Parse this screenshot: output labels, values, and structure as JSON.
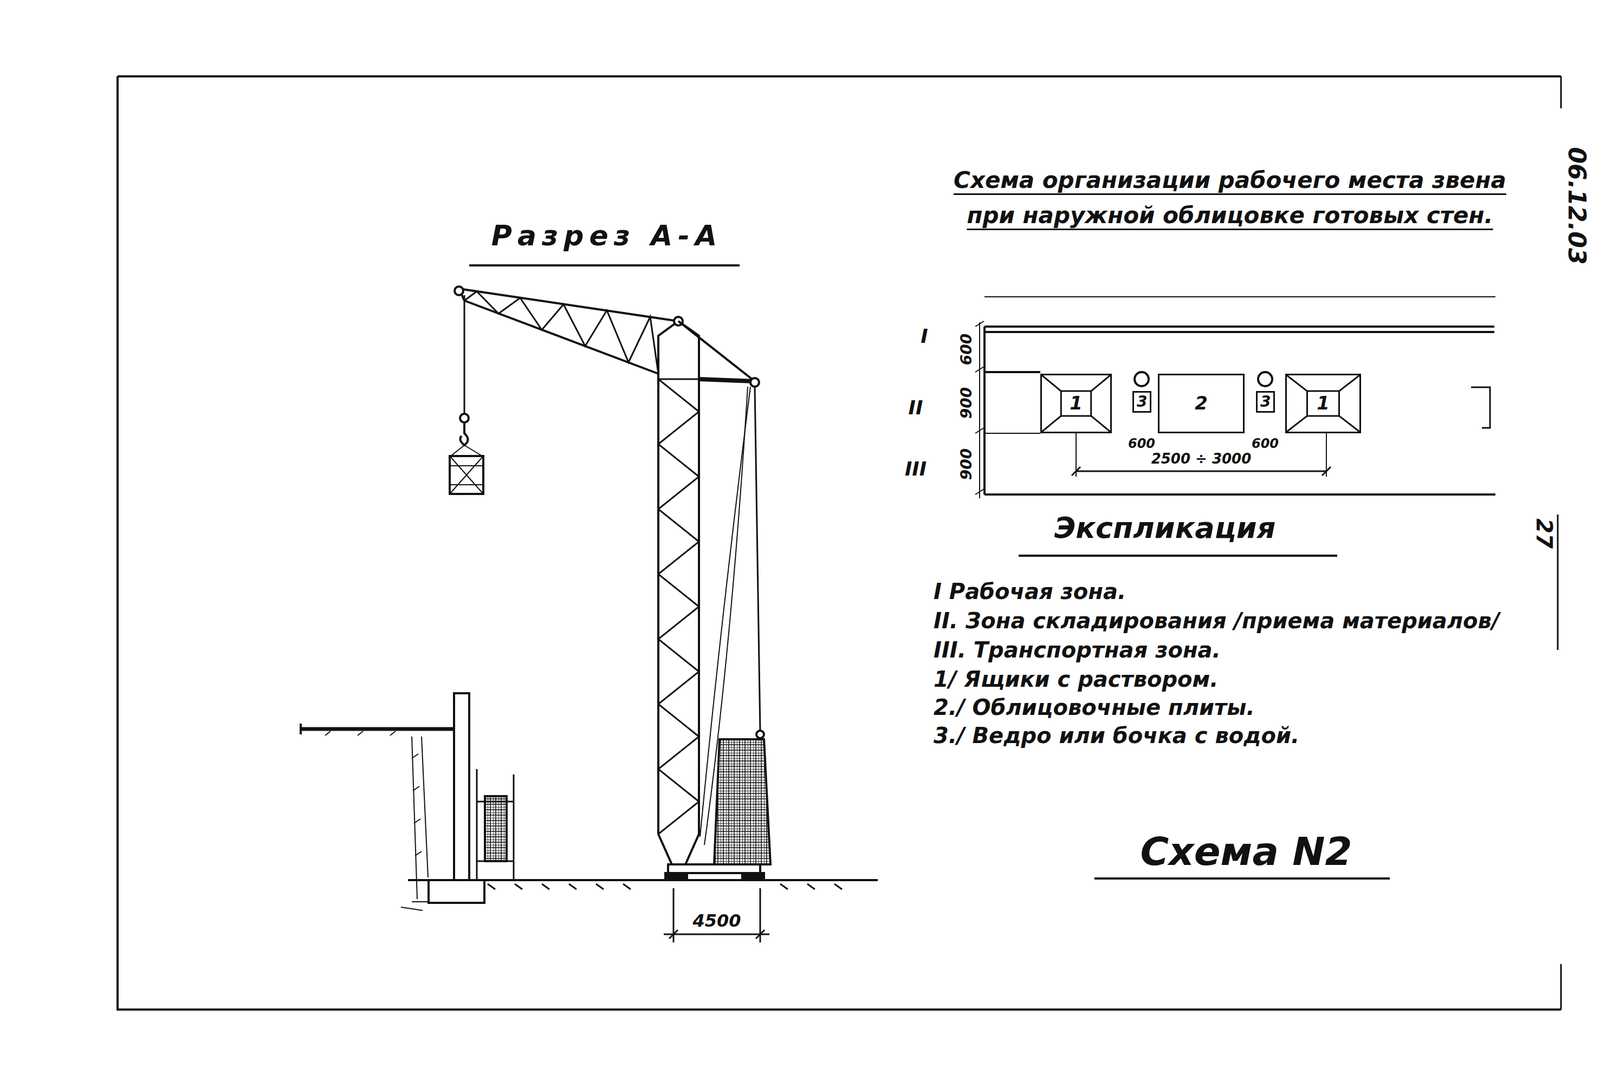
{
  "diagram": {
    "title": "Схема организации рабочего места звена при наружной облицовке готовых стен.",
    "caption": "Схема N2",
    "nodes": [
      {
        "text": [
          "1"
        ]
      },
      {
        "text": [
          "3"
        ]
      },
      {
        "text": [
          "2"
        ]
      },
      {
        "text": [
          "3"
        ]
      },
      {
        "text": [
          "1"
        ]
      }
    ],
    "labels": [
      "Разрез А-А",
      "I",
      "II",
      "III",
      "600",
      "900",
      "900",
      "600",
      "600",
      "2500 ÷ 3000",
      "4500",
      "Экспликация",
      "I Рабочая зона.",
      "II. Зона складирования /приема материалов/",
      "III. Транспортная зона.",
      "1/ Ящики с раствором.",
      "2./ Облицовочные плиты.",
      "3./ Ведро или бочка с водой.",
      "06.12.03",
      "27"
    ]
  }
}
